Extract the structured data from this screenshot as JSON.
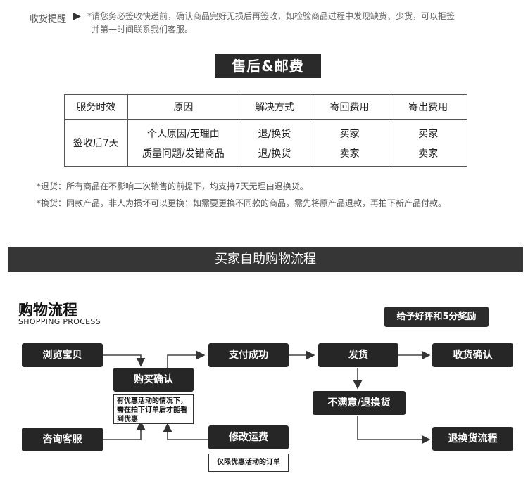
{
  "notice": {
    "label": "收货提醒",
    "arrow": "▶",
    "line1": "*请您务必签收快递前，确认商品完好无损后再签收，如检验商品过程中发现缺货、少货，可以拒签",
    "line2": "并第一时间联系我们客服。"
  },
  "banner": "售后&邮费",
  "table": {
    "headers": [
      "服务时效",
      "原因",
      "解决方式",
      "寄回费用",
      "寄出费用"
    ],
    "period": "签收后7天",
    "rows": [
      {
        "reason": "个人原因/无理由",
        "solution": "退/换货",
        "return_fee": "买家",
        "ship_fee": "买家"
      },
      {
        "reason": "质量问题/发错商品",
        "solution": "退/换货",
        "return_fee": "卖家",
        "ship_fee": "卖家"
      }
    ]
  },
  "notes": {
    "return": "*退货：所有商品在不影响二次销售的前提下，均支持7天无理由退换货。",
    "exchange": "*换货：同款产品，非人为损坏可以更换；如需要更换不同款的商品，需先将原产品退款，再拍下新产品付款。"
  },
  "process": {
    "bar": "买家自助购物流程",
    "title": "购物流程",
    "subtitle": "SHOPPING PROCESS",
    "reward": "给予好评和5分奖励",
    "steps": {
      "browse": "浏览宝贝",
      "confirm": "购买确认",
      "pay": "支付成功",
      "ship": "发货",
      "receive": "收货确认",
      "consult": "咨询客服",
      "modify": "修改运费",
      "unsatisfied": "不满意/退换货",
      "return_flow": "退换货流程"
    },
    "confirm_note": "有优惠活动的情况下，需在拍下订单后才能看到优惠",
    "modify_note": "仅限优惠活动的订单"
  },
  "colors": {
    "dark": "#262626",
    "bar": "#363636"
  }
}
